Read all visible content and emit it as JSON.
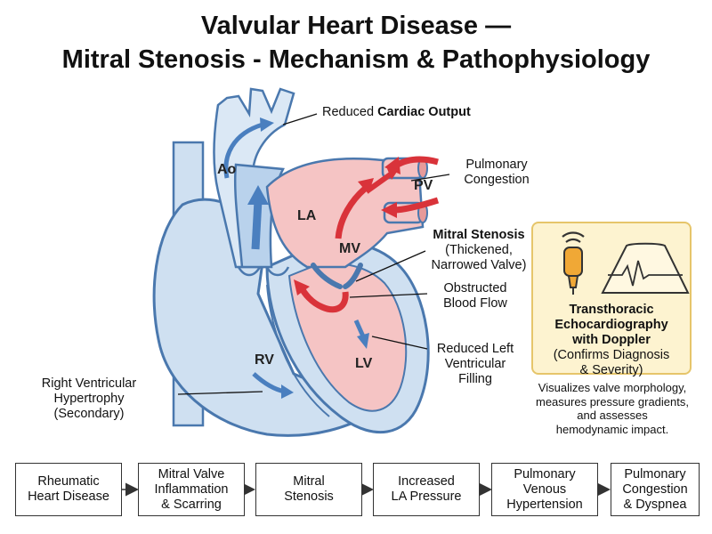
{
  "title": {
    "line1": "Valvular Heart Disease —",
    "line2": "Mitral Stenosis - Mechanism & Pathophysiology"
  },
  "chambers": {
    "ao": "Ao",
    "la": "LA",
    "pv": "PV",
    "mv": "MV",
    "rv": "RV",
    "lv": "LV"
  },
  "labels": {
    "cardiac_output_prefix": "Reduced ",
    "cardiac_output_bold": "Cardiac Output",
    "pulm_congestion_1": "Pulmonary",
    "pulm_congestion_2": "Congestion",
    "ms_title": "Mitral Stenosis",
    "ms_sub1": "(Thickened,",
    "ms_sub2": "Narrowed Valve)",
    "obstructed_1": "Obstructed",
    "obstructed_2": "Blood Flow",
    "reduced_lv_1": "Reduced Left",
    "reduced_lv_2": "Ventricular",
    "reduced_lv_3": "Filling",
    "rvh_1": "Right Ventricular",
    "rvh_2": "Hypertrophy",
    "rvh_3": "(Secondary)"
  },
  "echo": {
    "icon": "ultrasound-probe-icon",
    "title1": "Transthoracic",
    "title2": "Echocardiography",
    "title3": "with Doppler",
    "sub1": "(Confirms Diagnosis",
    "sub2": "& Severity)",
    "desc1": "Visualizes valve morphology,",
    "desc2": "measures pressure gradients,",
    "desc3": "and assesses",
    "desc4": "hemodynamic impact."
  },
  "flow": [
    {
      "line1": "Rheumatic",
      "line2": "Heart Disease",
      "line3": ""
    },
    {
      "line1": "Mitral Valve",
      "line2": "Inflammation",
      "line3": "& Scarring"
    },
    {
      "line1": "Mitral",
      "line2": "Stenosis",
      "line3": ""
    },
    {
      "line1": "Increased",
      "line2": "LA Pressure",
      "line3": ""
    },
    {
      "line1": "Pulmonary",
      "line2": "Venous",
      "line3": "Hypertension"
    },
    {
      "line1": "Pulmonary",
      "line2": "Congestion",
      "line3": "& Dyspnea"
    }
  ],
  "colors": {
    "heart_blue": "#cfe0f1",
    "heart_outline": "#4a78ae",
    "left_heart_pink": "#f5c4c4",
    "flow_red": "#d9333a",
    "flow_blue": "#4a7fbf",
    "echo_bg": "#fdf3d0",
    "probe_orange": "#f0a836"
  }
}
